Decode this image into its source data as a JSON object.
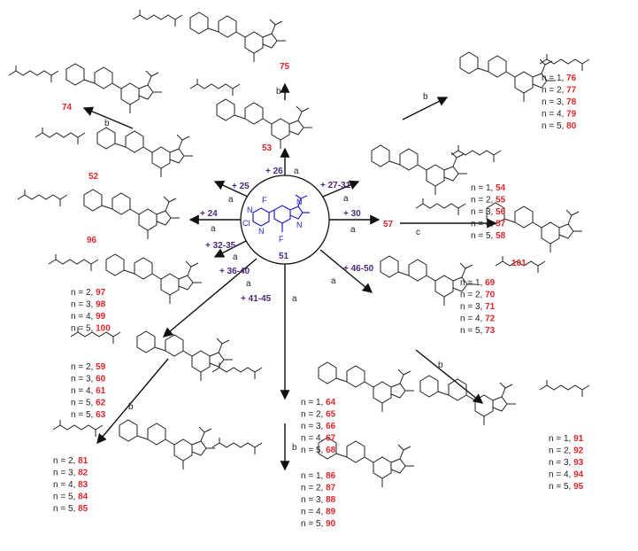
{
  "center": {
    "compound": "51",
    "atoms": [
      "F",
      "Cl",
      "N",
      "N",
      "N",
      "N",
      "F"
    ]
  },
  "reagents": {
    "r26": "+ 26",
    "r25": "+ 25",
    "r27_31": "+ 27-31",
    "r24": "+ 24",
    "r30": "+ 30",
    "r32_35": "+ 32-35",
    "r36_40": "+ 36-40",
    "r41_45": "+ 41-45",
    "r46_50": "+ 46-50"
  },
  "steps": {
    "a": "a",
    "b": "b",
    "c": "c"
  },
  "compounds": {
    "c75": "75",
    "c74": "74",
    "c53": "53",
    "c52": "52",
    "c96": "96",
    "c57": "57",
    "c101": "101"
  },
  "series": {
    "s76": [
      {
        "n": "n = 1, ",
        "id": "76"
      },
      {
        "n": "n = 2, ",
        "id": "77"
      },
      {
        "n": "n = 3, ",
        "id": "78"
      },
      {
        "n": "n = 4, ",
        "id": "79"
      },
      {
        "n": "n = 5, ",
        "id": "80"
      }
    ],
    "s54": [
      {
        "n": "n = 1, ",
        "id": "54"
      },
      {
        "n": "n = 2, ",
        "id": "55"
      },
      {
        "n": "n = 3, ",
        "id": "56"
      },
      {
        "n": "n = 4, ",
        "id": "57"
      },
      {
        "n": "n = 5, ",
        "id": "58"
      }
    ],
    "s69": [
      {
        "n": "n = 1, ",
        "id": "69"
      },
      {
        "n": "n = 2, ",
        "id": "70"
      },
      {
        "n": "n = 3, ",
        "id": "71"
      },
      {
        "n": "n = 4, ",
        "id": "72"
      },
      {
        "n": "n = 5, ",
        "id": "73"
      }
    ],
    "s91": [
      {
        "n": "n = 1, ",
        "id": "91"
      },
      {
        "n": "n = 2, ",
        "id": "92"
      },
      {
        "n": "n = 3, ",
        "id": "93"
      },
      {
        "n": "n = 4, ",
        "id": "94"
      },
      {
        "n": "n = 5, ",
        "id": "95"
      }
    ],
    "s97": [
      {
        "n": "n = 2, ",
        "id": "97"
      },
      {
        "n": "n = 3, ",
        "id": "98"
      },
      {
        "n": "n = 4, ",
        "id": "99"
      },
      {
        "n": "n = 5, ",
        "id": "100"
      }
    ],
    "s59": [
      {
        "n": "n = 2, ",
        "id": "59"
      },
      {
        "n": "n = 3, ",
        "id": "60"
      },
      {
        "n": "n = 4, ",
        "id": "61"
      },
      {
        "n": "n = 5, ",
        "id": "62"
      },
      {
        "n": "n = 5, ",
        "id": "63"
      }
    ],
    "s81": [
      {
        "n": "n = 2, ",
        "id": "81"
      },
      {
        "n": "n = 3, ",
        "id": "82"
      },
      {
        "n": "n = 4, ",
        "id": "83"
      },
      {
        "n": "n = 5, ",
        "id": "84"
      },
      {
        "n": "n = 5, ",
        "id": "85"
      }
    ],
    "s64": [
      {
        "n": "n = 1, ",
        "id": "64"
      },
      {
        "n": "n = 2, ",
        "id": "65"
      },
      {
        "n": "n = 3, ",
        "id": "66"
      },
      {
        "n": "n = 4, ",
        "id": "67"
      },
      {
        "n": "n = 5, ",
        "id": "68"
      }
    ],
    "s86": [
      {
        "n": "n = 1, ",
        "id": "86"
      },
      {
        "n": "n = 2, ",
        "id": "87"
      },
      {
        "n": "n = 3, ",
        "id": "88"
      },
      {
        "n": "n = 4, ",
        "id": "89"
      },
      {
        "n": "n = 5, ",
        "id": "90"
      }
    ]
  },
  "colors": {
    "compound_id": "#e0262b",
    "reagent": "#4b2a7a",
    "core": "#1f1fc8"
  }
}
